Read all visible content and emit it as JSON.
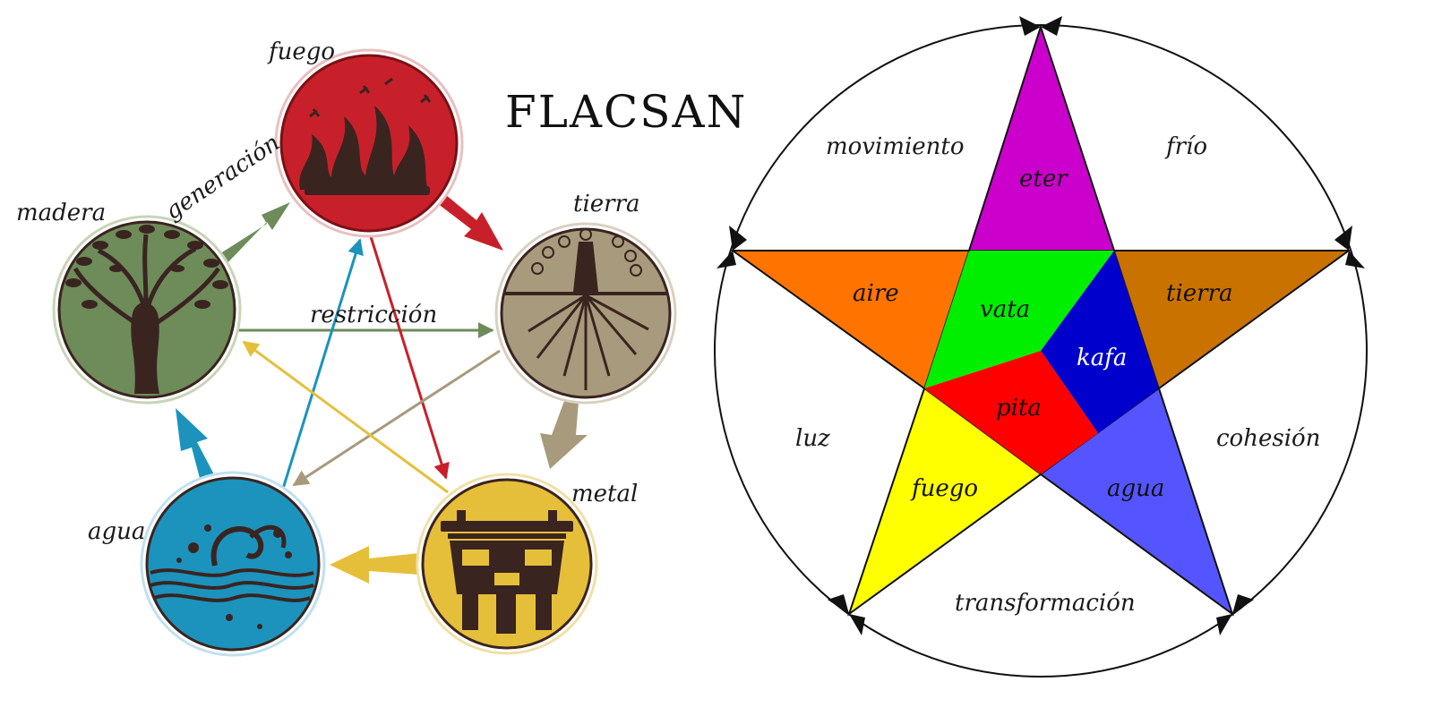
{
  "title": "FLACSAN",
  "left": {
    "elements": {
      "fuego": "fuego",
      "tierra": "tierra",
      "metal": "metal",
      "agua": "agua",
      "madera": "madera"
    },
    "cycle_labels": {
      "generation": "generación",
      "restriction": "restricción"
    },
    "colors": {
      "fuego": "#c8202a",
      "tierra": "#a89a7c",
      "metal": "#e6bf3a",
      "agua": "#1b93bd",
      "madera": "#6e8b5a",
      "icon": "#3a2420"
    },
    "icons": {
      "fuego": "flames-icon",
      "tierra": "tree-roots-icon",
      "metal": "cauldron-icon",
      "agua": "waves-icon",
      "madera": "tree-icon"
    }
  },
  "right": {
    "outer_labels": {
      "top_left": "movimiento",
      "top_right": "frío",
      "left": "luz",
      "right": "cohesión",
      "bottom": "transformación"
    },
    "points": [
      {
        "label": "eter",
        "color": "#cc00cc"
      },
      {
        "label": "aire",
        "color": "#ff7400"
      },
      {
        "label": "tierra",
        "color": "#c97200"
      },
      {
        "label": "fuego",
        "color": "#ffff00"
      },
      {
        "label": "agua",
        "color": "#5555ff"
      }
    ],
    "center": [
      {
        "label": "vata",
        "color": "#00ee00"
      },
      {
        "label": "kafa",
        "color": "#0000cc"
      },
      {
        "label": "pita",
        "color": "#ff0000"
      }
    ]
  }
}
